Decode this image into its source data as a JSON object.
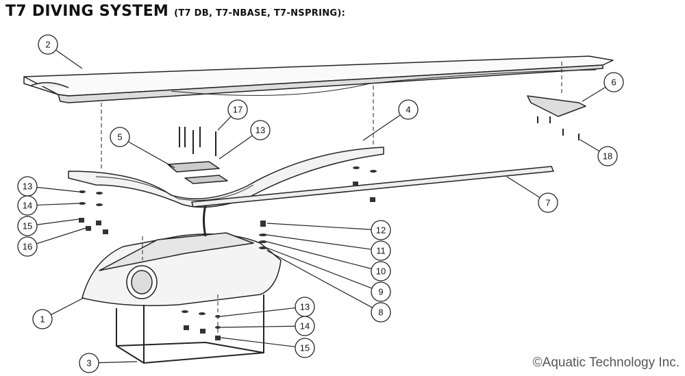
{
  "title": {
    "main": "T7 DIVING SYSTEM",
    "sub": "(T7 DB, T7-NBASE, T7-NSPRING):"
  },
  "copyright": "©Aquatic Technology Inc.",
  "callouts": [
    "2",
    "17",
    "13",
    "4",
    "6",
    "5",
    "18",
    "13",
    "14",
    "15",
    "16",
    "7",
    "12",
    "11",
    "10",
    "9",
    "8",
    "1",
    "13",
    "14",
    "15",
    "3"
  ]
}
